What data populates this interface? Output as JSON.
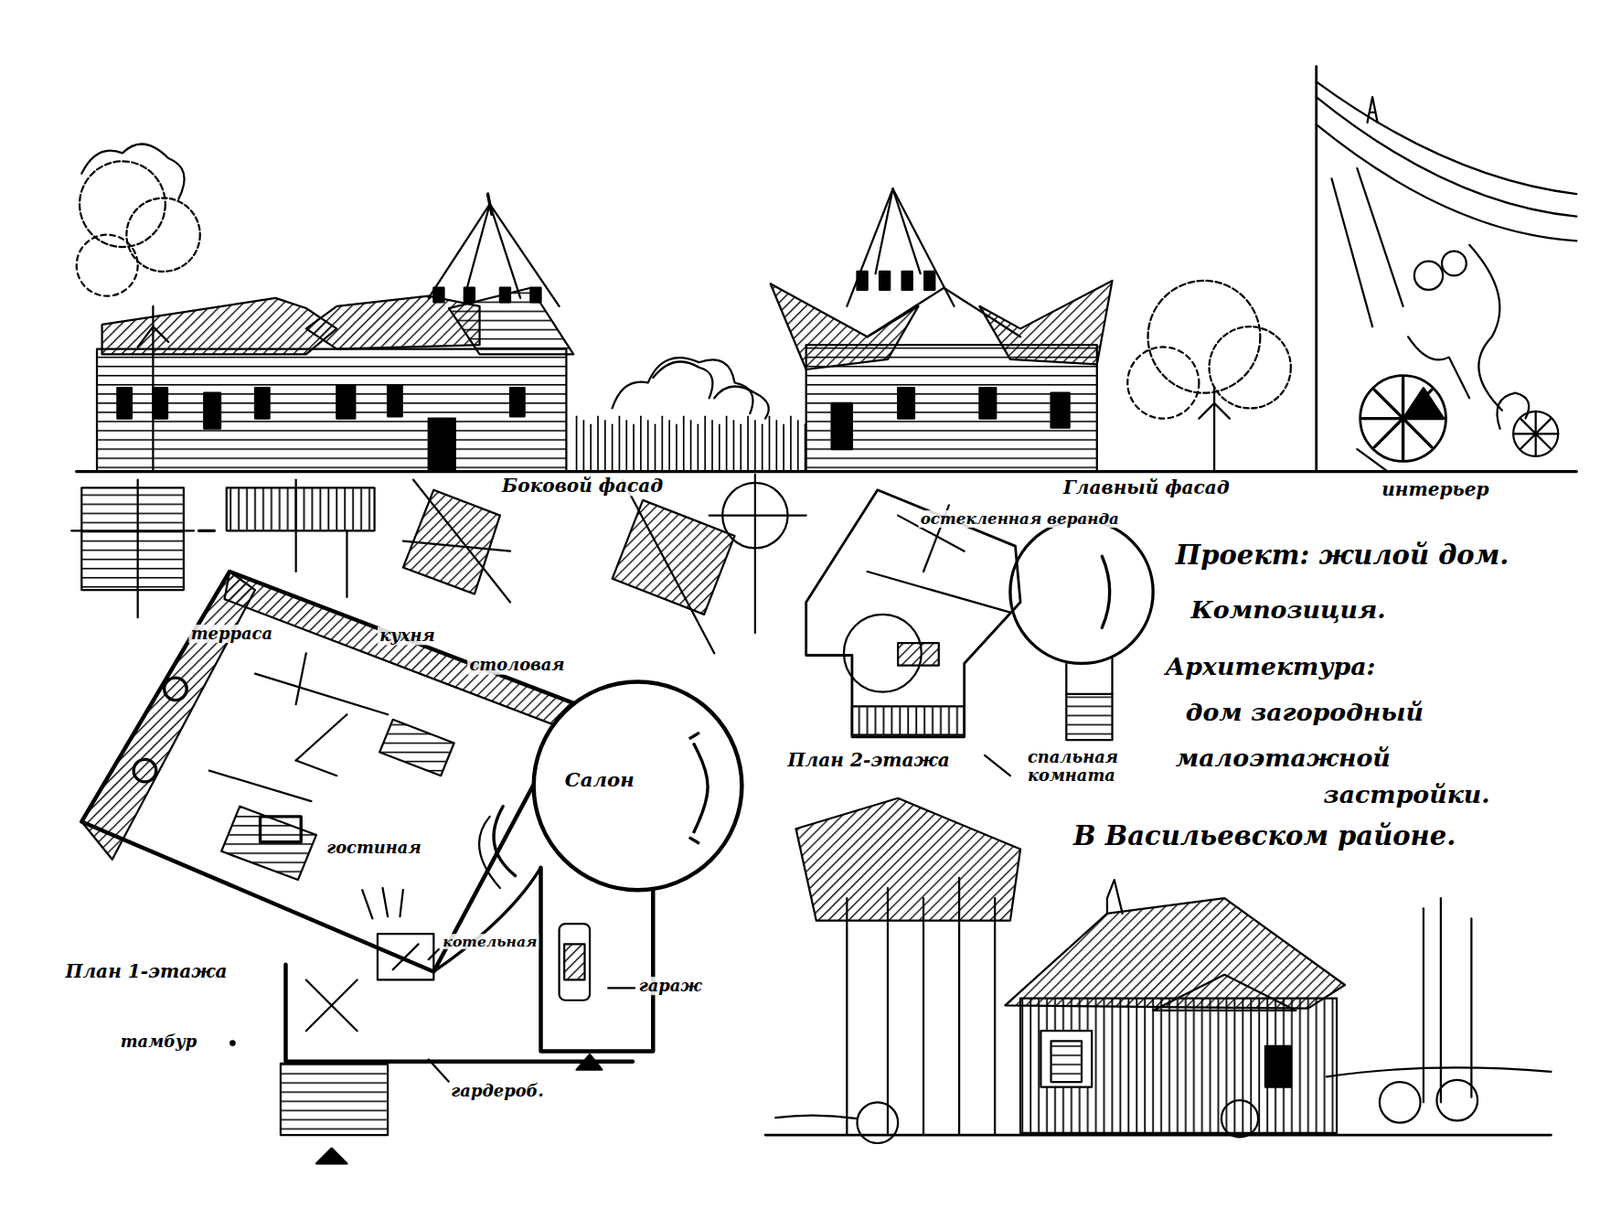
{
  "diagram": {
    "title": "Проект: жилой дом.",
    "nodes": [
      {
        "text": [
          "Салон"
        ]
      }
    ],
    "labels": [
      "Боковой фасад",
      "Главный фасад",
      "интерьер",
      "остекленная веранда",
      "Композиция.",
      "Архитектура:",
      "дом загородный",
      "малоэтажной",
      "застройки.",
      "В Васильевском районе.",
      "План 2-этажа",
      "спальная комната",
      "терраса",
      "кухня",
      "столовая",
      "гостиная",
      "План 1-этажа",
      "котельная",
      "гараж",
      "тамбур",
      "гардероб."
    ]
  }
}
